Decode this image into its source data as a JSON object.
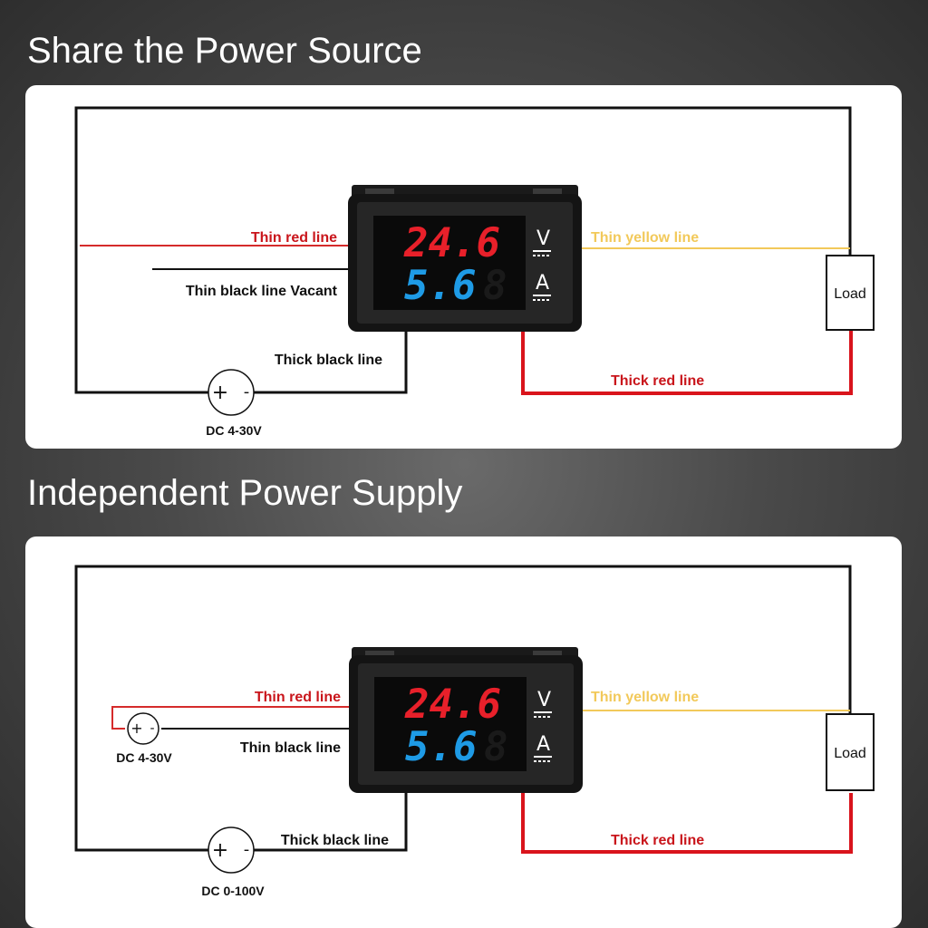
{
  "sections": [
    {
      "title": "Share the Power Source",
      "labels": {
        "thin_red": "Thin red line",
        "thin_black": "Thin black line Vacant",
        "thick_black": "Thick black line",
        "thin_yellow": "Thin yellow line",
        "thick_red": "Thick red line",
        "load": "Load",
        "source": "DC 4-30V"
      }
    },
    {
      "title": "Independent Power Supply",
      "labels": {
        "thin_red": "Thin red line",
        "thin_black": "Thin black line",
        "thick_black": "Thick black line",
        "thin_yellow": "Thin yellow line",
        "thick_red": "Thick red line",
        "load": "Load",
        "aux_source": "DC 4-30V",
        "source": "DC 0-100V"
      }
    }
  ],
  "meter": {
    "voltage": "24.6",
    "current": "5.6",
    "voltage_unit": "V",
    "current_unit": "A",
    "voltage_color": "#e8202a",
    "current_color": "#1e9be6"
  },
  "source_symbol": {
    "plus": "+",
    "minus": "-"
  },
  "wire_colors": {
    "thin_red": "#d52b2b",
    "thick_red": "#d9141c",
    "thin_yellow": "#f2c95a",
    "black": "#111111"
  }
}
